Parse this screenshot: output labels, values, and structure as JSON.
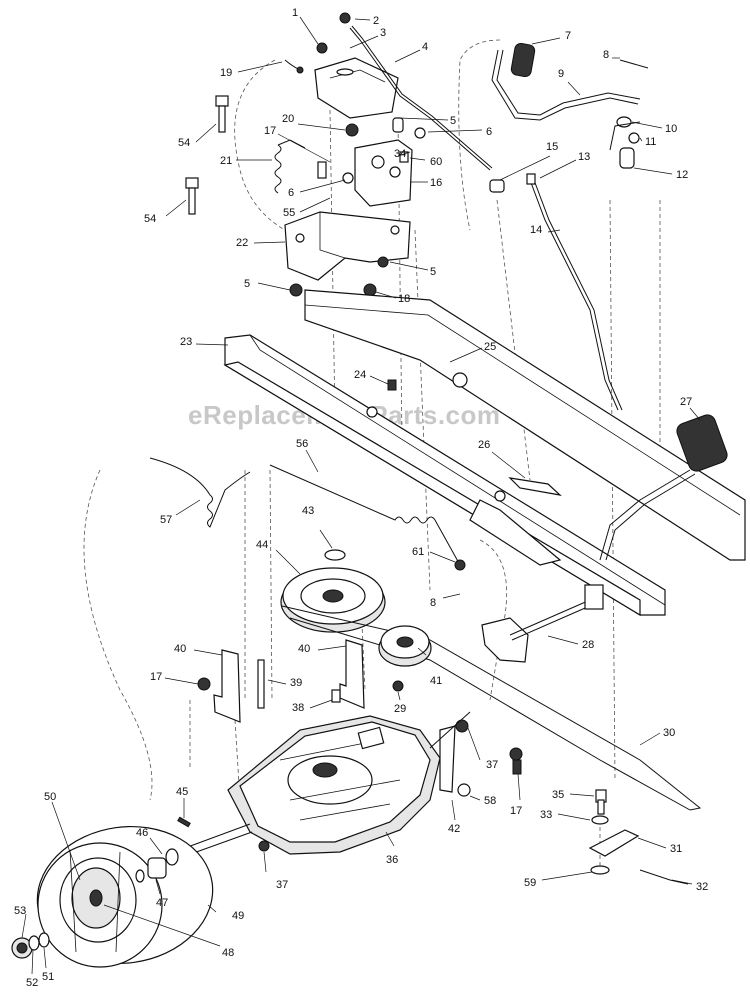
{
  "watermark": "eReplacementParts.com",
  "callouts": [
    "1",
    "2",
    "3",
    "4",
    "5",
    "5",
    "5",
    "5",
    "6",
    "6",
    "6",
    "7",
    "8",
    "8",
    "9",
    "10",
    "11",
    "12",
    "13",
    "14",
    "15",
    "16",
    "17",
    "17",
    "17",
    "18",
    "19",
    "20",
    "21",
    "22",
    "23",
    "24",
    "25",
    "26",
    "27",
    "28",
    "29",
    "30",
    "31",
    "32",
    "33",
    "34",
    "35",
    "36",
    "37",
    "37",
    "38",
    "39",
    "40",
    "40",
    "41",
    "42",
    "43",
    "44",
    "45",
    "46",
    "47",
    "48",
    "49",
    "50",
    "51",
    "52",
    "53",
    "54",
    "54",
    "55",
    "56",
    "57",
    "58",
    "59",
    "60",
    "61"
  ]
}
